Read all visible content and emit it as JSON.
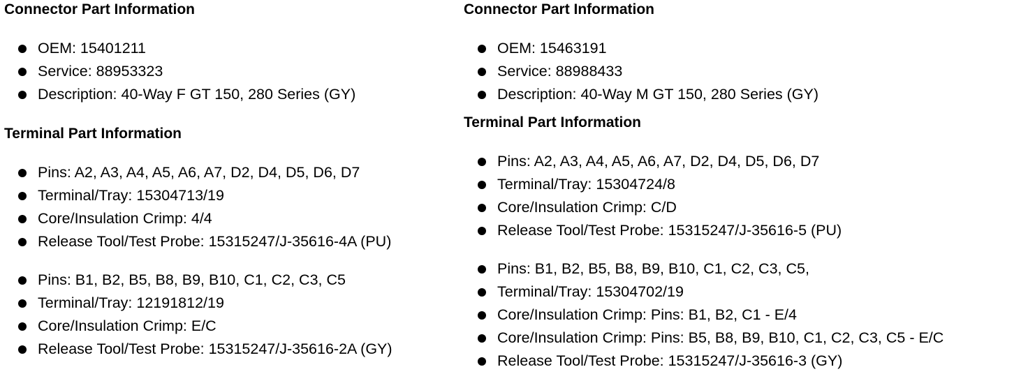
{
  "left": {
    "connector_heading": "Connector Part Information",
    "connector_items": [
      "OEM: 15401211",
      "Service: 88953323",
      "Description: 40-Way F GT 150, 280 Series (GY)"
    ],
    "terminal_heading": "Terminal Part Information",
    "group1": [
      "Pins: A2, A3, A4, A5, A6, A7, D2, D4, D5, D6, D7",
      "Terminal/Tray: 15304713/19",
      "Core/Insulation Crimp: 4/4",
      "Release Tool/Test Probe: 15315247/J-35616-4A (PU)"
    ],
    "group2": [
      "Pins: B1, B2, B5, B8, B9, B10, C1, C2, C3, C5",
      "Terminal/Tray: 12191812/19",
      "Core/Insulation Crimp: E/C",
      "Release Tool/Test Probe: 15315247/J-35616-2A (GY)"
    ]
  },
  "right": {
    "connector_heading": "Connector Part Information",
    "connector_items": [
      "OEM: 15463191",
      "Service: 88988433",
      "Description: 40-Way M GT 150, 280 Series (GY)"
    ],
    "terminal_heading": "Terminal Part Information",
    "group1": [
      "Pins: A2, A3, A4, A5, A6, A7, D2, D4, D5, D6, D7",
      "Terminal/Tray: 15304724/8",
      "Core/Insulation Crimp: C/D",
      "Release Tool/Test Probe: 15315247/J-35616-5 (PU)"
    ],
    "group2": [
      "Pins: B1, B2, B5, B8, B9, B10, C1, C2, C3, C5,",
      "Terminal/Tray: 15304702/19",
      "Core/Insulation Crimp: Pins: B1, B2, C1 - E/4",
      "Core/Insulation Crimp: Pins: B5, B8, B9, B10, C1, C2, C3, C5 - E/C",
      "Release Tool/Test Probe: 15315247/J-35616-3 (GY)"
    ]
  }
}
